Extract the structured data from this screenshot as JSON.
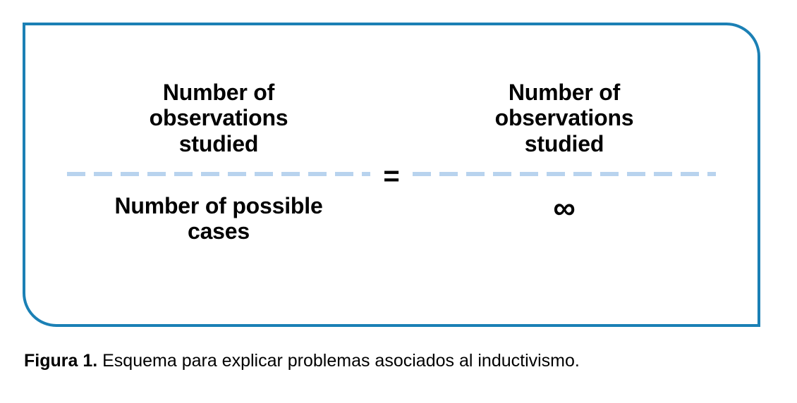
{
  "figure": {
    "border_color": "#1b80b5",
    "fraction_rule_color": "#b8d3ee",
    "text_color": "#000000",
    "equals_symbol": "=",
    "left_fraction": {
      "numerator_lines": [
        "Number of",
        "observations",
        "studied"
      ],
      "denominator_lines": [
        "Number of possible",
        "cases"
      ]
    },
    "right_fraction": {
      "numerator_lines": [
        "Number of",
        "observations",
        "studied"
      ],
      "denominator_lines": [
        "∞"
      ]
    }
  },
  "caption": {
    "label": "Figura 1.",
    "text": " Esquema para explicar problemas asociados al inductivismo."
  }
}
